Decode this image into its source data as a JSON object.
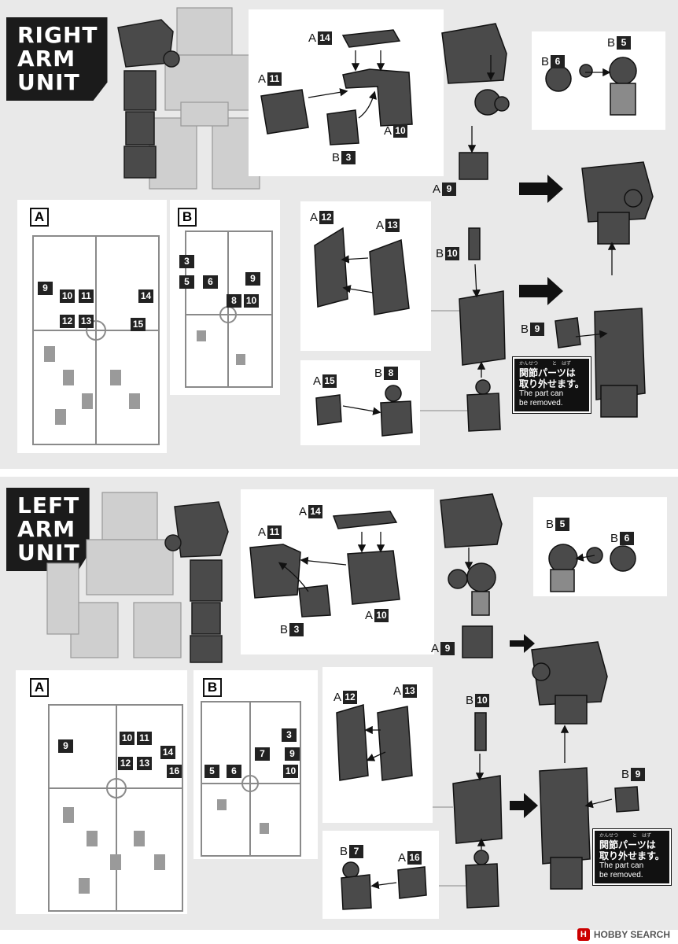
{
  "right": {
    "title": [
      "RIGHT",
      "ARM",
      "UNIT"
    ],
    "parts": {
      "a14": {
        "l": "A",
        "n": "14"
      },
      "a11": {
        "l": "A",
        "n": "11"
      },
      "a10": {
        "l": "A",
        "n": "10"
      },
      "b3": {
        "l": "B",
        "n": "3"
      },
      "b6": {
        "l": "B",
        "n": "6"
      },
      "b5": {
        "l": "B",
        "n": "5"
      },
      "a9": {
        "l": "A",
        "n": "9"
      },
      "a12": {
        "l": "A",
        "n": "12"
      },
      "a13": {
        "l": "A",
        "n": "13"
      },
      "b10": {
        "l": "B",
        "n": "10"
      },
      "b9": {
        "l": "B",
        "n": "9"
      },
      "a15": {
        "l": "A",
        "n": "15"
      },
      "b8": {
        "l": "B",
        "n": "8"
      }
    },
    "runnerA": {
      "id": "A",
      "chips": [
        "9",
        "10",
        "11",
        "14",
        "12",
        "13",
        "15"
      ]
    },
    "runnerB": {
      "id": "B",
      "chips": [
        "3",
        "5",
        "6",
        "9",
        "8",
        "10"
      ]
    },
    "note": {
      "ruby": "かんせつ　　　と　はず",
      "jp1": "関節パーツは",
      "jp2": "取り外せます。",
      "en1": "The part can",
      "en2": "be removed."
    }
  },
  "left": {
    "title": [
      "LEFT",
      "ARM",
      "UNIT"
    ],
    "parts": {
      "a14": {
        "l": "A",
        "n": "14"
      },
      "a11": {
        "l": "A",
        "n": "11"
      },
      "a10": {
        "l": "A",
        "n": "10"
      },
      "b3": {
        "l": "B",
        "n": "3"
      },
      "b5": {
        "l": "B",
        "n": "5"
      },
      "b6": {
        "l": "B",
        "n": "6"
      },
      "a9": {
        "l": "A",
        "n": "9"
      },
      "a12": {
        "l": "A",
        "n": "12"
      },
      "a13": {
        "l": "A",
        "n": "13"
      },
      "b10": {
        "l": "B",
        "n": "10"
      },
      "b9": {
        "l": "B",
        "n": "9"
      },
      "b7": {
        "l": "B",
        "n": "7"
      },
      "a16": {
        "l": "A",
        "n": "16"
      }
    },
    "runnerA": {
      "id": "A",
      "chips": [
        "9",
        "10",
        "11",
        "14",
        "12",
        "13",
        "16"
      ]
    },
    "runnerB": {
      "id": "B",
      "chips": [
        "3",
        "7",
        "9",
        "5",
        "6",
        "10"
      ]
    },
    "note": {
      "ruby": "かんせつ　　　と　はず",
      "jp1": "関節パーツは",
      "jp2": "取り外せます。",
      "en1": "The part can",
      "en2": "be removed."
    }
  },
  "footer": {
    "logo": "H",
    "text": "HOBBY SEARCH"
  },
  "colors": {
    "part": "#4a4a4a",
    "panel": "#ffffff",
    "background": "#e9e9e9",
    "title": "#1b1b1b"
  }
}
